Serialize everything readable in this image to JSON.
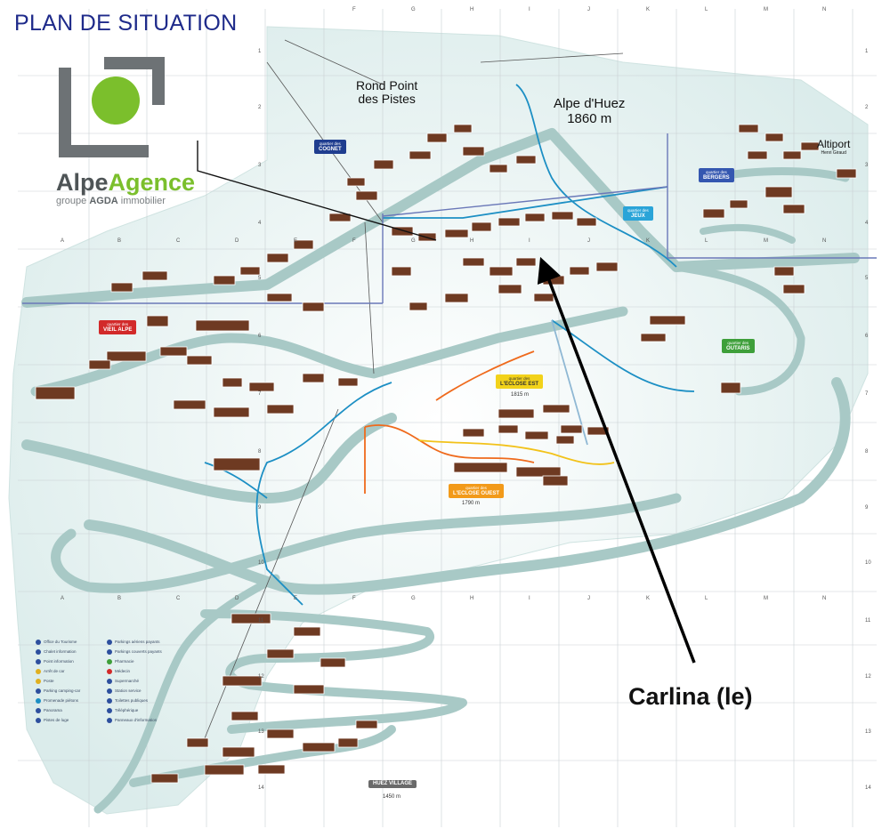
{
  "title": "PLAN DE SITUATION",
  "brand": {
    "name_part1": "Alpe",
    "name_part2": "Agence",
    "subtitle_plain": "groupe",
    "subtitle_bold": "AGDA",
    "subtitle_rest": "immobilier",
    "colors": {
      "gray": "#6d7275",
      "green": "#7bbf2c"
    }
  },
  "places": {
    "rond_point_line1": "Rond Point",
    "rond_point_line2": "des Pistes",
    "alpe_line1": "Alpe d'Huez",
    "alpe_line2": "1860 m",
    "altiport_name": "Altiport",
    "altiport_sub": "Henri Giraud"
  },
  "quarters": [
    {
      "name": "COGNET",
      "color": "#1f3d8f"
    },
    {
      "name": "BERGERS",
      "color": "#3457b0"
    },
    {
      "name": "JEUX",
      "color": "#2aa4d8"
    },
    {
      "name": "VIEIL ALPE",
      "color": "#d22a2a"
    },
    {
      "name": "OUTARIS",
      "color": "#3e9f3a"
    },
    {
      "name": "L'ECLOSE EST",
      "color": "#f2d21a"
    },
    {
      "name": "L'ECLOSE OUEST",
      "color": "#f29a1a"
    },
    {
      "name": "HUEZ VILLAGE",
      "color": "#6a6a6a"
    }
  ],
  "quarter_prefix": "quartier des",
  "altitudes": {
    "eclose_est": "1815 m",
    "eclose_ouest": "1790 m",
    "huez_village": "1450 m"
  },
  "annotation": {
    "label": "Carlina (le)"
  },
  "grid": {
    "columns": [
      "A",
      "B",
      "C",
      "D",
      "E",
      "F",
      "G",
      "H",
      "I",
      "J",
      "K",
      "L",
      "M",
      "N"
    ],
    "rows": [
      "1",
      "2",
      "3",
      "4",
      "5",
      "6",
      "7",
      "8",
      "9",
      "10",
      "11",
      "12",
      "13",
      "14"
    ]
  },
  "legend": {
    "left": [
      "Office du Tourisme",
      "Chalet information",
      "Point information",
      "Arrêt de car",
      "Poste",
      "Parking camping-car",
      "Promenade piétons",
      "Panorama",
      "Pistes de luge"
    ],
    "right": [
      "Parkings aériens payants",
      "Parkings couverts payants",
      "Pharmacie",
      "Médecin",
      "Supermarché",
      "Station service",
      "Toilettes publiques",
      "Téléphérique",
      "Panneaux d'information"
    ]
  },
  "colors": {
    "snow": "#e9f3f2",
    "road": "#a8c9c6",
    "roof": "#6e3a22",
    "line_blue": "#1c8fc4",
    "line_orange": "#ef6a1c",
    "title": "#1e2a8a"
  }
}
